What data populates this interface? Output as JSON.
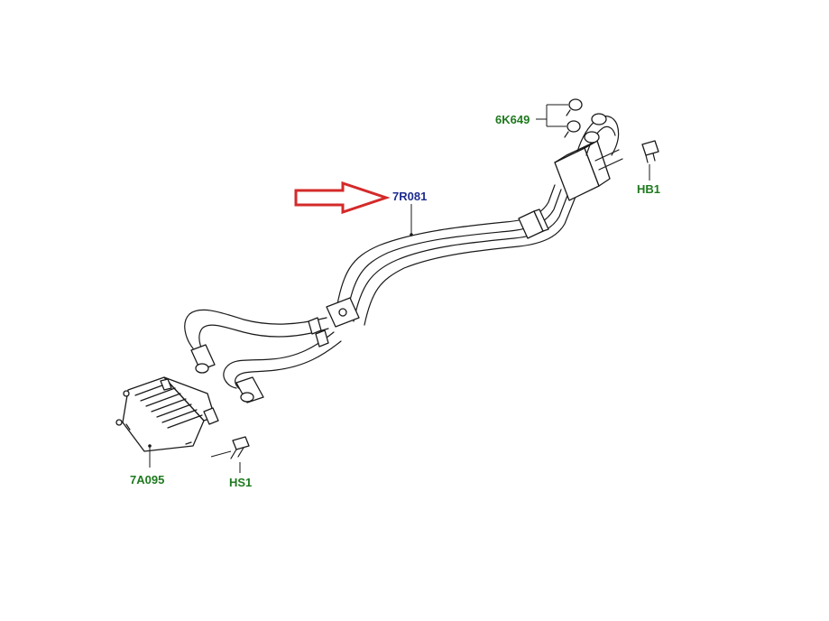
{
  "colors": {
    "callout_green": "#1e7a1e",
    "callout_blue": "#1f2d8f",
    "arrow_red": "#d42a2a"
  },
  "callouts": {
    "hose_assembly": "7R081",
    "clip_set": "6K649",
    "bolt_upper": "HB1",
    "cooler": "7A095",
    "bolt_lower": "HS1"
  }
}
